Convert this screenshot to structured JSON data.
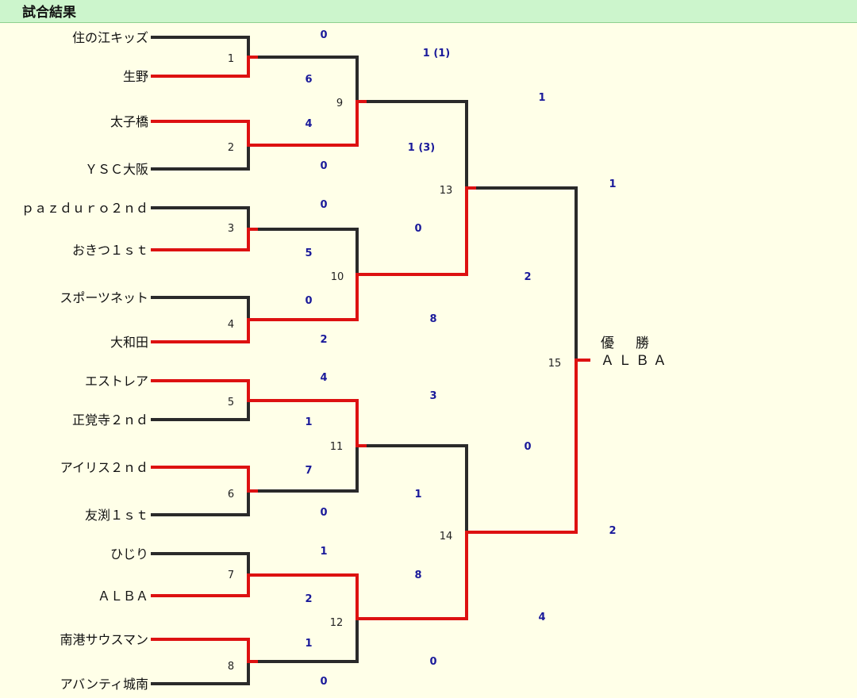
{
  "header": {
    "title": "試合結果"
  },
  "colors": {
    "win": "#dd1111",
    "lose": "#2a2a2a",
    "score": "#1a1a9a",
    "header_bg": "#ccf5cc",
    "page_bg": "#ffffe8"
  },
  "teams": [
    "住の江キッズ",
    "生野",
    "太子橋",
    "ＹＳＣ大阪",
    "ｐａｚｄｕｒｏ２ｎｄ",
    "おきつ１ｓｔ",
    "スポーツネット",
    "大和田",
    "エストレア",
    "正覚寺２ｎｄ",
    "アイリス２ｎｄ",
    "友渕１ｓｔ",
    "ひじり",
    "ＡＬＢＡ",
    "南港サウスマン",
    "アバンティ城南"
  ],
  "matches": [
    {
      "num": "1",
      "scores": [
        "0",
        "6"
      ],
      "winner": 1
    },
    {
      "num": "2",
      "scores": [
        "4",
        "0"
      ],
      "winner": 0
    },
    {
      "num": "3",
      "scores": [
        "0",
        "5"
      ],
      "winner": 1
    },
    {
      "num": "4",
      "scores": [
        "0",
        "2"
      ],
      "winner": 1
    },
    {
      "num": "5",
      "scores": [
        "4",
        "1"
      ],
      "winner": 0
    },
    {
      "num": "6",
      "scores": [
        "7",
        "0"
      ],
      "winner": 0
    },
    {
      "num": "7",
      "scores": [
        "1",
        "2"
      ],
      "winner": 1
    },
    {
      "num": "8",
      "scores": [
        "1",
        "0"
      ],
      "winner": 0
    },
    {
      "num": "9",
      "scores": [
        "1 (1)",
        "1 (3)"
      ],
      "winner": 1
    },
    {
      "num": "10",
      "scores": [
        "0",
        "8"
      ],
      "winner": 1
    },
    {
      "num": "11",
      "scores": [
        "3",
        "1"
      ],
      "winner": 0
    },
    {
      "num": "12",
      "scores": [
        "8",
        "0"
      ],
      "winner": 0
    },
    {
      "num": "13",
      "scores": [
        "1",
        "2"
      ],
      "winner": 1
    },
    {
      "num": "14",
      "scores": [
        "0",
        "4"
      ],
      "winner": 1
    },
    {
      "num": "15",
      "scores": [
        "1",
        "2"
      ],
      "winner": 1
    }
  ],
  "champion": {
    "label": "優　勝",
    "name": "ＡＬＢＡ"
  }
}
